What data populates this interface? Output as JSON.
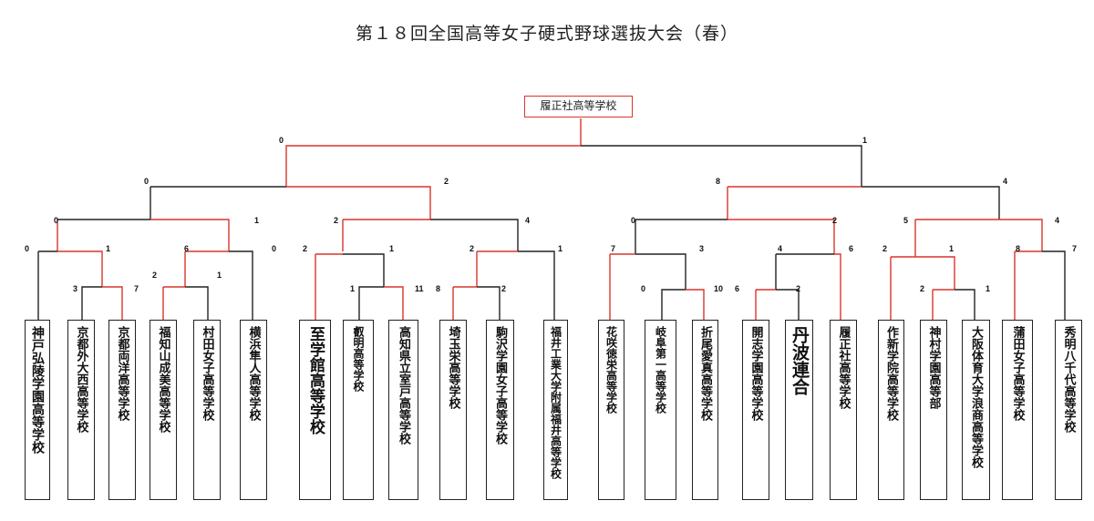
{
  "title": "第１８回全国高等女子硬式野球選抜大会（春）",
  "champion": "履正社高等学校",
  "colors": {
    "winner_line": "#d9352c",
    "loser_line": "#222222"
  },
  "teams": [
    "神戸弘陵学園高等学校",
    "京都外大西高等学校",
    "京都両洋高等学校",
    "福知山成美高等学校",
    "村田女子高等学校",
    "横浜隼人高等学校",
    "至学館高等学校",
    "叡明高等学校",
    "高知県立室戸高等学校",
    "埼玉栄高等学校",
    "駒沢学園女子高等学校",
    "福井工業大学附属福井高等学校",
    "花咲徳栄高等学校",
    "岐阜第一高等学校",
    "折尾愛真高等学校",
    "開志学園高等学校",
    "丹波連合",
    "履正社高等学校",
    "作新学院高等学校",
    "神村学園高等部",
    "大阪体育大学浪商高等学校",
    "蒲田女子高等学校",
    "秀明八千代高等学校"
  ],
  "scores": [
    "0",
    "1",
    "0",
    "2",
    "8",
    "4",
    "0",
    "1",
    "2",
    "4",
    "0",
    "2",
    "5",
    "4",
    "0",
    "1",
    "6",
    "0",
    "2",
    "1",
    "2",
    "1",
    "7",
    "3",
    "4",
    "6",
    "2",
    "1",
    "8",
    "7",
    "3",
    "7",
    "2",
    "1",
    "1",
    "11",
    "8",
    "2",
    "0",
    "10",
    "6",
    "2",
    "2",
    "1"
  ]
}
